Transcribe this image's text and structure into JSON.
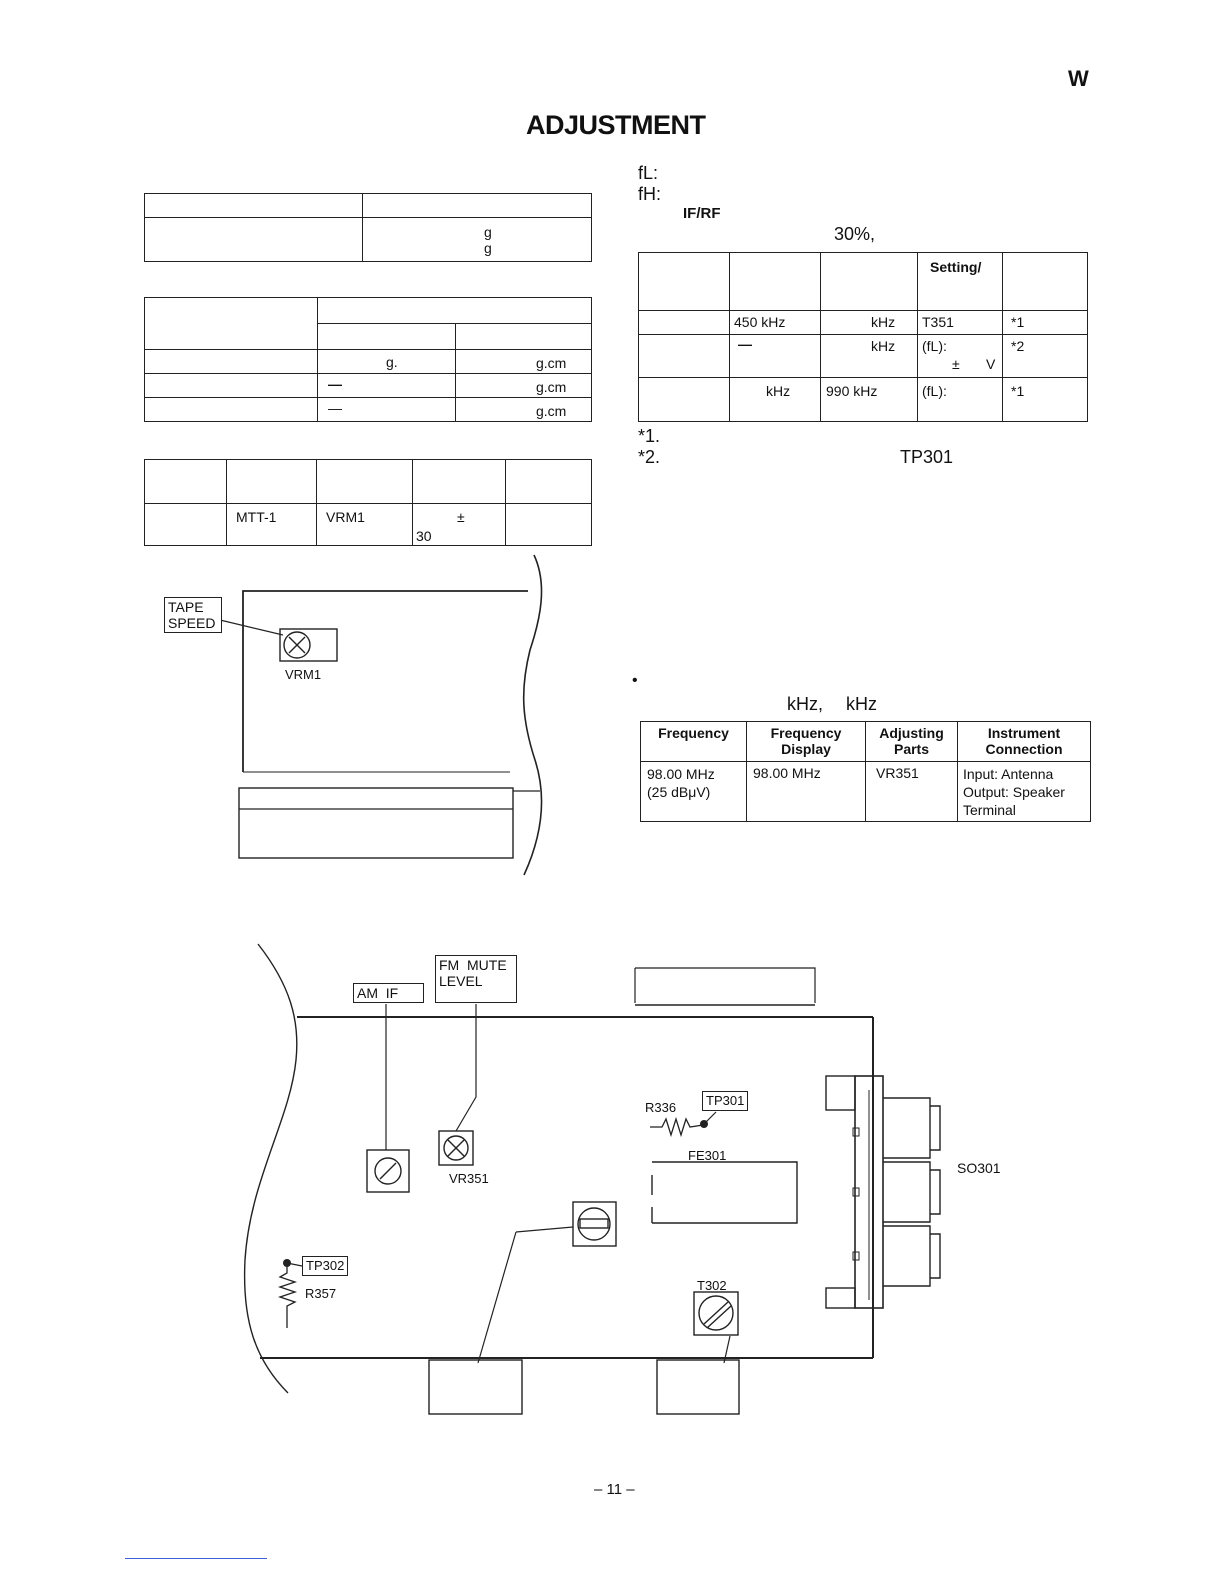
{
  "header": {
    "corner_letter": "W",
    "title": "ADJUSTMENT"
  },
  "left": {
    "table1": {
      "unit_1": "g",
      "unit_2": "g"
    },
    "table2": {
      "row1_mid": "g.",
      "row1_right": "g.cm",
      "row2_mid": "—",
      "row2_right": "g.cm",
      "row3_mid": "—",
      "row3_right": "g.cm"
    },
    "table3": {
      "tape": "MTT-1",
      "part": "VRM1",
      "pm": "±",
      "value": "30"
    },
    "diagram": {
      "tape_speed_label": "TAPE\nSPEED",
      "tape_label_line1": "TAPE",
      "tape_label_line2": "SPEED",
      "vrm1": "VRM1"
    }
  },
  "right": {
    "fl": "fL:",
    "fh": "fH:",
    "ifrf": "IF/RF",
    "pct": "30%,",
    "am_table": {
      "setting_header": "Setting/",
      "r1": {
        "freq": "450 kHz",
        "disp": "kHz",
        "part": "T351",
        "note": "*1"
      },
      "r2": {
        "freq": "—",
        "disp": "kHz",
        "part": "(fL):",
        "pm": "±",
        "unit": "V",
        "note": "*2"
      },
      "r3": {
        "freq": "kHz",
        "disp": "990 kHz",
        "part": "(fL):",
        "note": "*1"
      }
    },
    "note1": "*1.",
    "note2": "*2.",
    "note2_tp": "TP301",
    "bullet": "•",
    "khz1": "kHz,",
    "khz2": "kHz",
    "fm_table": {
      "headers": [
        "Frequency",
        "Frequency\nDisplay",
        "Adjusting\nParts",
        "Instrument\nConnection"
      ],
      "h1": "Frequency",
      "h2a": "Frequency",
      "h2b": "Display",
      "h3a": "Adjusting",
      "h3b": "Parts",
      "h4a": "Instrument",
      "h4b": "Connection",
      "freq_a": "98.00 MHz",
      "freq_b": "(25 dBμV)",
      "disp": "98.00 MHz",
      "part": "VR351",
      "conn_a": "Input: Antenna",
      "conn_b": "Output: Speaker",
      "conn_c": "Terminal"
    }
  },
  "board": {
    "am_if": "AM  IF",
    "fm_mute_1": "FM  MUTE",
    "fm_mute_2": "LEVEL",
    "r336": "R336",
    "tp301": "TP301",
    "fe301": "FE301",
    "vr351": "VR351",
    "so301": "SO301",
    "tp302": "TP302",
    "r357": "R357",
    "t302": "T302"
  },
  "footer": {
    "page": "– 11 –"
  }
}
